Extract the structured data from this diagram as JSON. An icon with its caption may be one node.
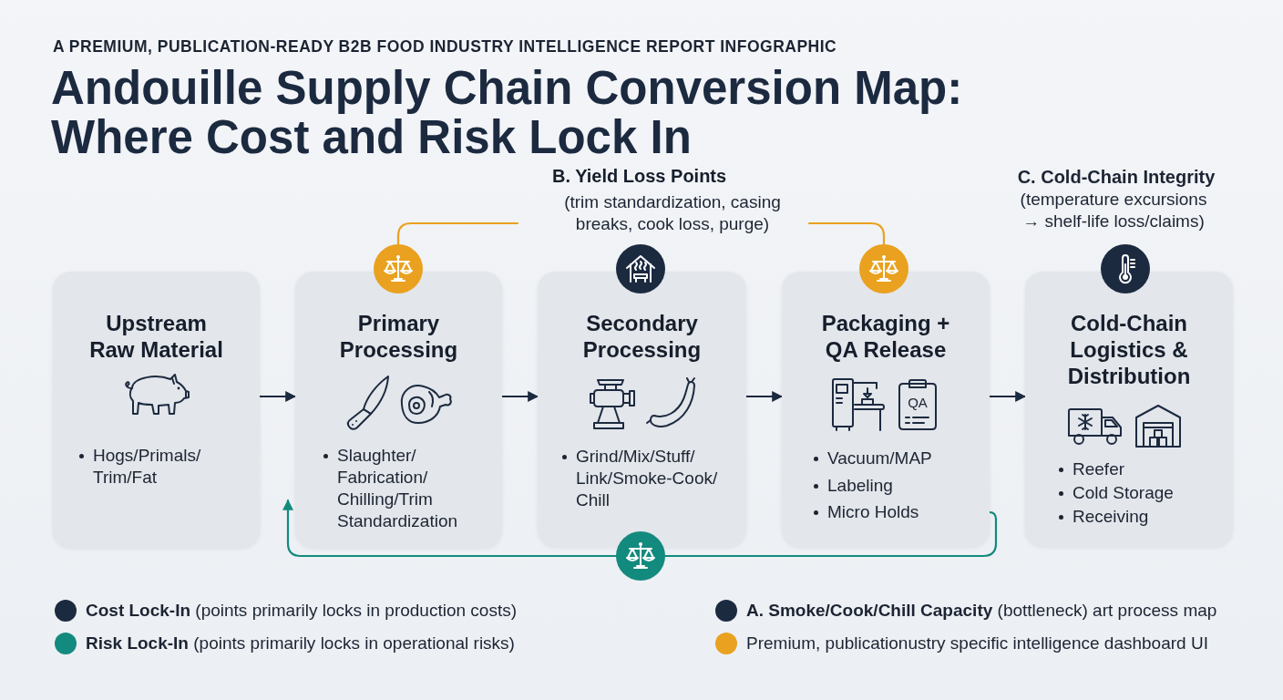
{
  "diagram": {
    "title": "Andouille Supply Chain Conversion Map: Where Cost and Risk Lock In",
    "nodes": [
      {
        "text": [
          "B. Yield Loss Points",
          "(trim standardization, casing breaks, cook loss, purge)"
        ]
      },
      {
        "text": [],
        "shape": "circle"
      },
      {
        "text": [],
        "shape": "circle"
      },
      {
        "text": [],
        "shape": "circle"
      },
      {
        "text": [],
        "shape": "circle"
      },
      {
        "text": [
          "Upstream Raw Material",
          "Hogs/Primals/ Trim/Fat"
        ]
      },
      {
        "text": [
          "Primary Processing",
          "Slaughter/ Fabrication/ Chilling/Trim Standardization"
        ]
      },
      {
        "text": [
          "Secondary Processing",
          "Grind/Mix/Stuff/ Link/Smoke-Cook/ Chill"
        ]
      },
      {
        "text": [
          "Packaging + QA Release",
          "Vacuum/MAP",
          "Labeling",
          "Micro Holds"
        ]
      },
      {
        "text": [
          "Cold-Chain Logistics & Distribution",
          "Reefer",
          "Cold Storage",
          "Receiving"
        ]
      },
      {
        "text": [],
        "shape": "circle"
      }
    ],
    "edges": [
      {
        "from": 5,
        "to": 6,
        "arrow": "to"
      },
      {
        "from": 6,
        "to": 7,
        "arrow": "to"
      },
      {
        "from": 7,
        "to": 8,
        "arrow": "to"
      },
      {
        "from": 8,
        "to": 9,
        "arrow": "to"
      },
      {
        "from": 8,
        "to": 10,
        "arrow": "none",
        "color": "#138a7e"
      },
      {
        "from": 10,
        "to": 6,
        "arrow": "to",
        "color": "#138a7e"
      },
      {
        "from": 0,
        "to": 1,
        "arrow": "none",
        "color": "#e9a11f"
      },
      {
        "from": 0,
        "to": 3,
        "arrow": "none",
        "color": "#e9a11f"
      }
    ],
    "labels": [
      "A PREMIUM, PUBLICATION-READY B2B FOOD INDUSTRY INTELLIGENCE REPORT INFOGRAPHIC",
      "C. Cold-Chain Integrity",
      "(temperature excursions → shelf-life loss/claims)",
      "QA"
    ],
    "legend": [
      {
        "text": "**Cost Lock-In** (points primarily locks in production costs)",
        "color": "#1c2a40"
      },
      {
        "text": "**Risk Lock-In** (points primarily locks in operational risks)",
        "color": "#138a7e"
      },
      {
        "text": "**A. Smoke/Cook/Chill Capacity** (bottleneck) art process map",
        "color": "#1c2a40"
      },
      {
        "text": "Premium, publicationustry specific intelligence dashboard UI",
        "color": "#e9a11f"
      }
    ]
  }
}
